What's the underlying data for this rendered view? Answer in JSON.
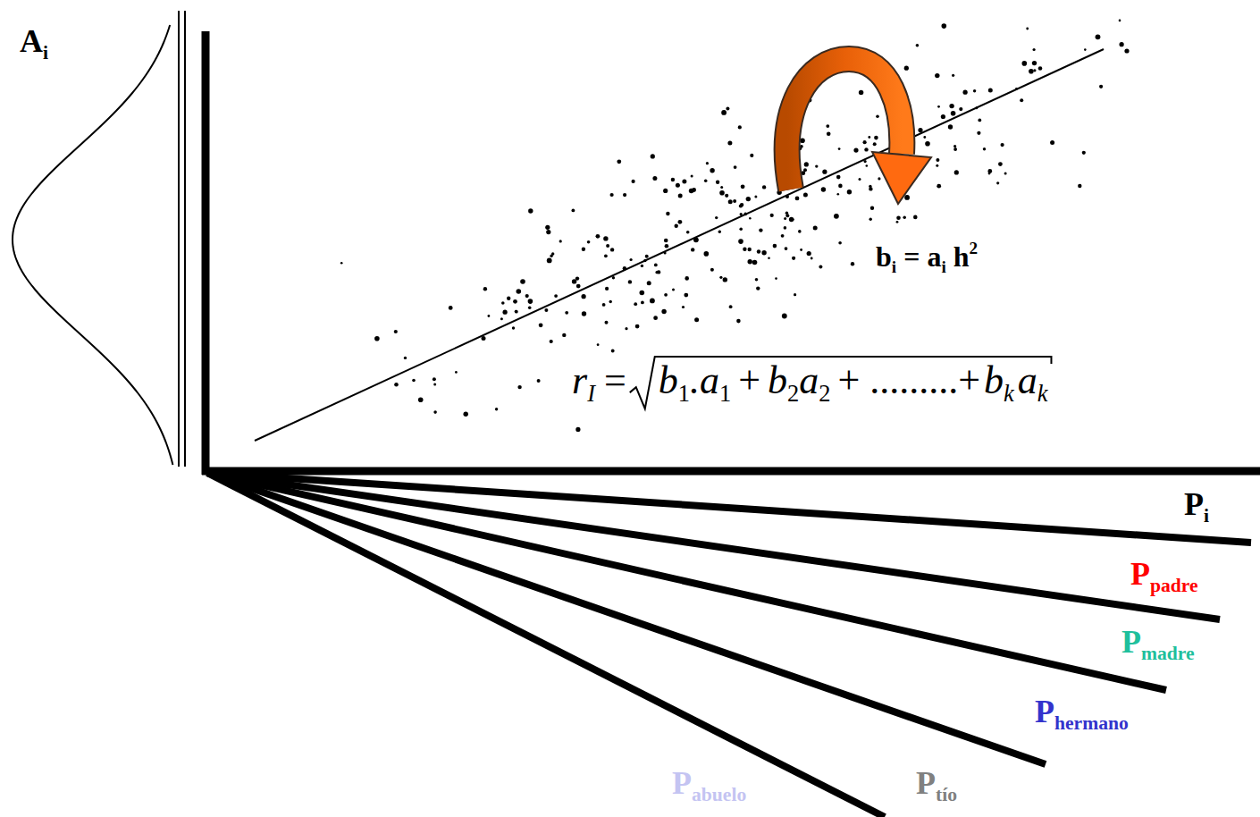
{
  "diagram": {
    "labels": [
      "A",
      "i",
      "b",
      "i",
      "= a",
      "i",
      "h",
      "2",
      "r",
      "I",
      "=",
      "b",
      "1",
      ".a",
      "1",
      "+",
      "b",
      "2",
      "a",
      "2",
      "+ .........+",
      "b",
      "k",
      "a",
      "k",
      "P",
      "i",
      "P",
      "padre",
      "P",
      "madre",
      "P",
      "hermano",
      "P",
      "abuelo",
      "P",
      "tío"
    ]
  }
}
